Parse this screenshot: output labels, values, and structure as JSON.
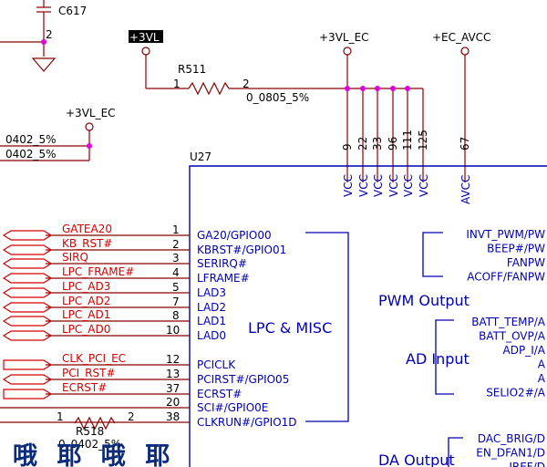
{
  "colors": {
    "wire": "#8b0000",
    "net_red": "#d40000",
    "ic_blue": "#0000b0",
    "dot": "#e000e0",
    "black": "#000000"
  },
  "top": {
    "cap_label": "C617",
    "cap_pin": "2",
    "rail_3vl": "+3VL",
    "rail_3vl_ec_left": "+3VL_EC",
    "rail_3vl_ec_top": "+3VL_EC",
    "rail_ec_avcc": "+EC_AVCC"
  },
  "r511": {
    "ref": "R511",
    "pin1": "1",
    "pin2": "2",
    "value": "0_0805_5%"
  },
  "left_values": [
    "0402_5%",
    "0402_5%"
  ],
  "ic": {
    "ref": "U27",
    "vcc_pins": [
      {
        "num": "9",
        "name": "VCC"
      },
      {
        "num": "22",
        "name": "VCC"
      },
      {
        "num": "33",
        "name": "VCC"
      },
      {
        "num": "96",
        "name": "VCC"
      },
      {
        "num": "111",
        "name": "VCC"
      },
      {
        "num": "125",
        "name": "VCC"
      }
    ],
    "avcc_pin": {
      "num": "67",
      "name": "AVCC"
    },
    "group_lpc": "LPC & MISC",
    "group_pwm": "PWM Output",
    "group_ad": "AD Input",
    "group_da": "DA Output"
  },
  "left_pins": [
    {
      "net": "GATEA20",
      "num": "1",
      "name": "GA20/GPIO00"
    },
    {
      "net": "KB_RST#",
      "num": "2",
      "name": "KBRST#/GPIO01"
    },
    {
      "net": "SIRQ",
      "num": "3",
      "name": "SERIRQ#"
    },
    {
      "net": "LPC_FRAME#",
      "num": "4",
      "name": "LFRAME#"
    },
    {
      "net": "LPC_AD3",
      "num": "5",
      "name": "LAD3"
    },
    {
      "net": "LPC_AD2",
      "num": "7",
      "name": "LAD2"
    },
    {
      "net": "LPC_AD1",
      "num": "8",
      "name": "LAD1"
    },
    {
      "net": "LPC_AD0",
      "num": "10",
      "name": "LAD0"
    },
    {
      "net": "CLK_PCI_EC",
      "num": "12",
      "name": "PCICLK"
    },
    {
      "net": "PCI_RST#",
      "num": "13",
      "name": "PCIRST#/GPIO05"
    },
    {
      "net": "ECRST#",
      "num": "37",
      "name": "ECRST#"
    },
    {
      "net": "",
      "num": "20",
      "name": "SCI#/GPIO0E"
    },
    {
      "net": "",
      "num": "38",
      "name": "CLKRUN#/GPIO1D"
    }
  ],
  "r518": {
    "ref": "R518",
    "pin1": "1",
    "pin2": "2",
    "value": "0_0402_5%"
  },
  "right_pwm": [
    "INVT_PWM/PW",
    "BEEP#/PW",
    "FANPW",
    "ACOFF/FANPW"
  ],
  "right_ad": [
    "BATT_TEMP/A",
    "BATT_OVP/A",
    "ADP_I/A",
    "A",
    "A",
    "SELIO2#/A"
  ],
  "right_da": [
    "DAC_BRIG/D",
    "EN_DFAN1/D",
    "IREF/D"
  ],
  "watermark": "哦 耶 哦 耶"
}
